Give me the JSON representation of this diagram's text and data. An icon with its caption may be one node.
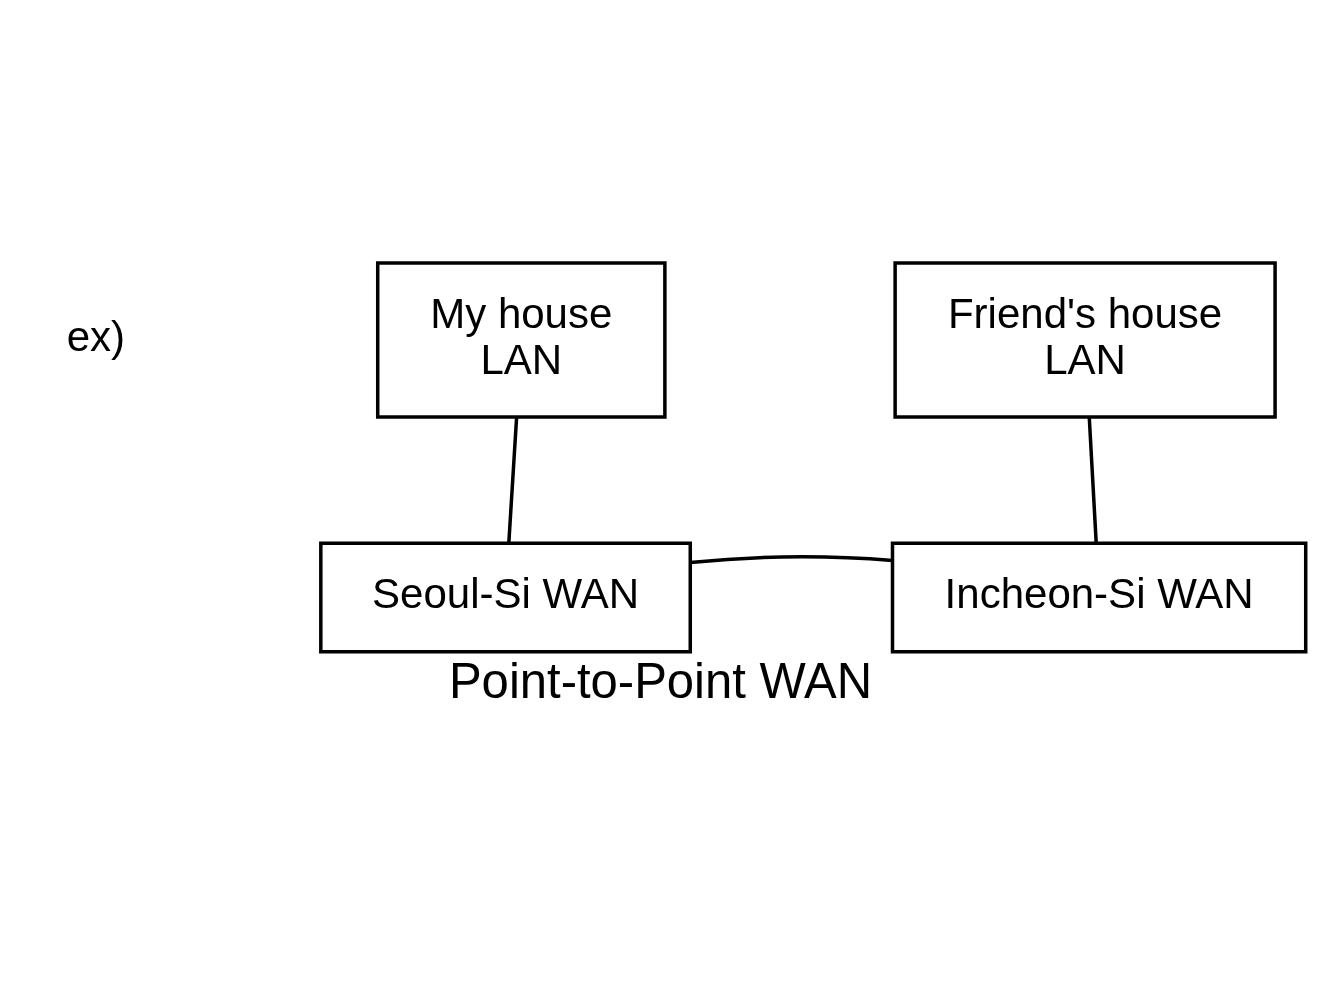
{
  "diagram": {
    "caption": "Point-to-Point WAN",
    "nodes": [
      {
        "text": [
          "My house",
          "LAN"
        ]
      },
      {
        "text": [
          "Friend's house",
          "LAN"
        ]
      },
      {
        "text": [
          "Seoul-Si WAN"
        ]
      },
      {
        "text": [
          "Incheon-Si WAN"
        ]
      }
    ],
    "edges": [
      {
        "from": 0,
        "to": 2,
        "arrow": "none"
      },
      {
        "from": 1,
        "to": 3,
        "arrow": "none"
      },
      {
        "from": 2,
        "to": 3,
        "arrow": "none"
      }
    ],
    "labels": [
      "ex)"
    ]
  }
}
